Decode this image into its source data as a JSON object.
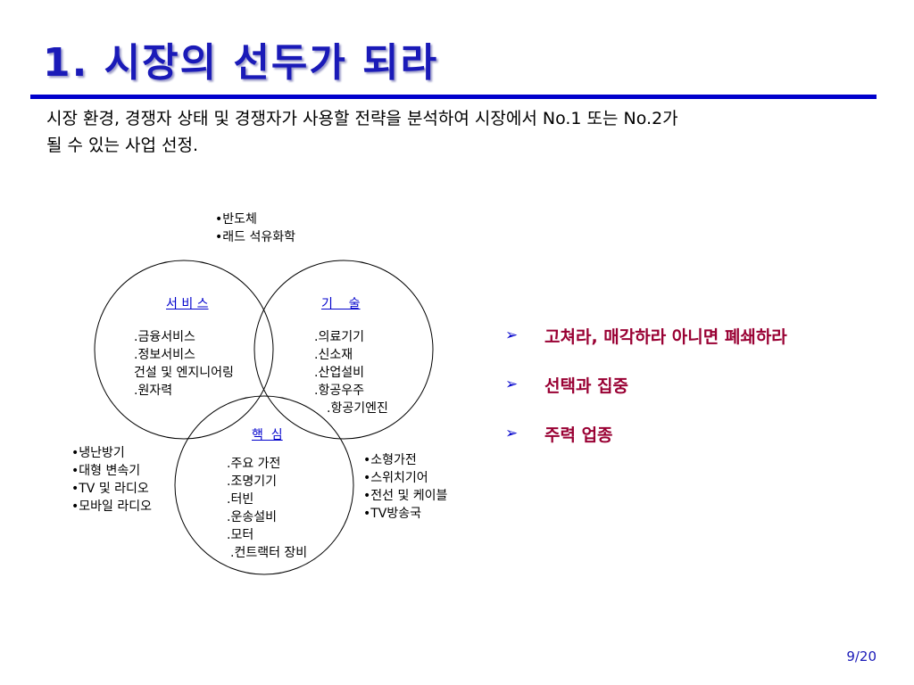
{
  "slide": {
    "title": "1. 시장의 선두가 되라",
    "description": {
      "line1": "시장 환경, 경쟁자 상태 및 경쟁자가 사용할 전략을 분석하여 시장에서 No.1 또는 No.2가",
      "line2": "될 수 있는 사업 선정."
    },
    "page_number": "9/20",
    "colors": {
      "title": "#1a1ab8",
      "rule": "#0000cc",
      "bullet_text": "#990033",
      "arrow": "#0000cc"
    }
  },
  "venn": {
    "top_items": [
      "•반도체",
      "•래드 석유화학"
    ],
    "service": {
      "heading": "서 비 스",
      "items": [
        ".금융서비스",
        ".정보서비스",
        "건설 및 엔지니어링",
        ".원자력"
      ]
    },
    "tech": {
      "heading": "기    술",
      "items": [
        ".의료기기",
        ".신소재",
        ".산업설비",
        ".항공우주",
        ".항공기엔진"
      ]
    },
    "core": {
      "heading": "핵  심",
      "items": [
        ".주요 가전",
        ".조명기기",
        ".터빈",
        ".운송설비",
        ".모터",
        ".컨트랙터 장비"
      ]
    },
    "left_items": [
      "•냉난방기",
      "•대형 변속기",
      "•TV 및 라디오",
      "•모바일 라디오"
    ],
    "right_items": [
      "•소형가전",
      "•스위치기어",
      "•전선 및 케이블",
      "•TV방송국"
    ]
  },
  "bullets": [
    {
      "arrow": "➢",
      "text": "고쳐라, 매각하라 아니면 폐쇄하라"
    },
    {
      "arrow": "➢",
      "text": "선택과 집중"
    },
    {
      "arrow": "➢",
      "text": "주력 업종"
    }
  ]
}
